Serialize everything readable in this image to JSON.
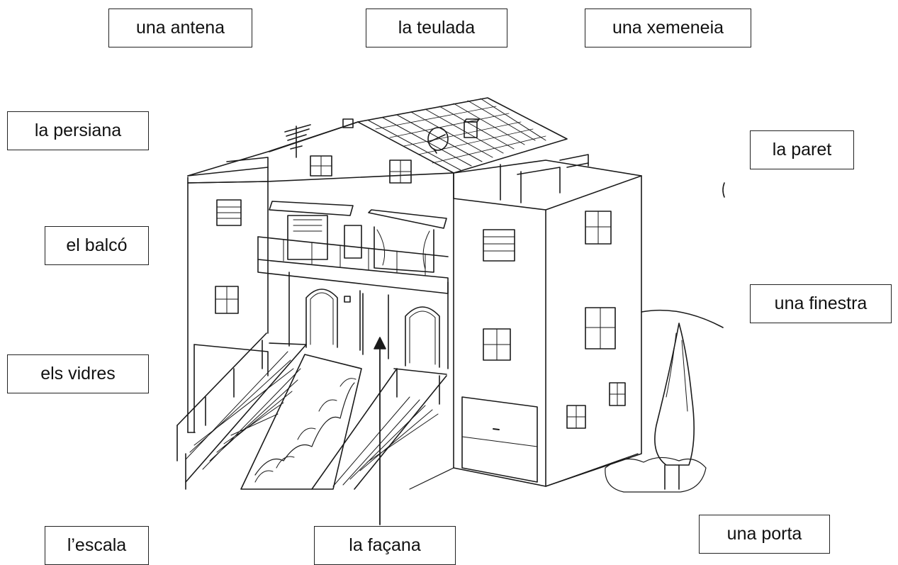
{
  "labels": {
    "antena": "una antena",
    "teulada": "la teulada",
    "xemeneia": "una xemeneia",
    "persiana": "la persiana",
    "paret": "la paret",
    "balco": "el balcó",
    "finestra": "una finestra",
    "vidres": "els vidres",
    "escala": "l’escala",
    "facana": "la façana",
    "porta": "una porta"
  },
  "illustration": {
    "subject": "house-line-drawing",
    "line_color": "#1a1a1a",
    "background": "#ffffff"
  }
}
